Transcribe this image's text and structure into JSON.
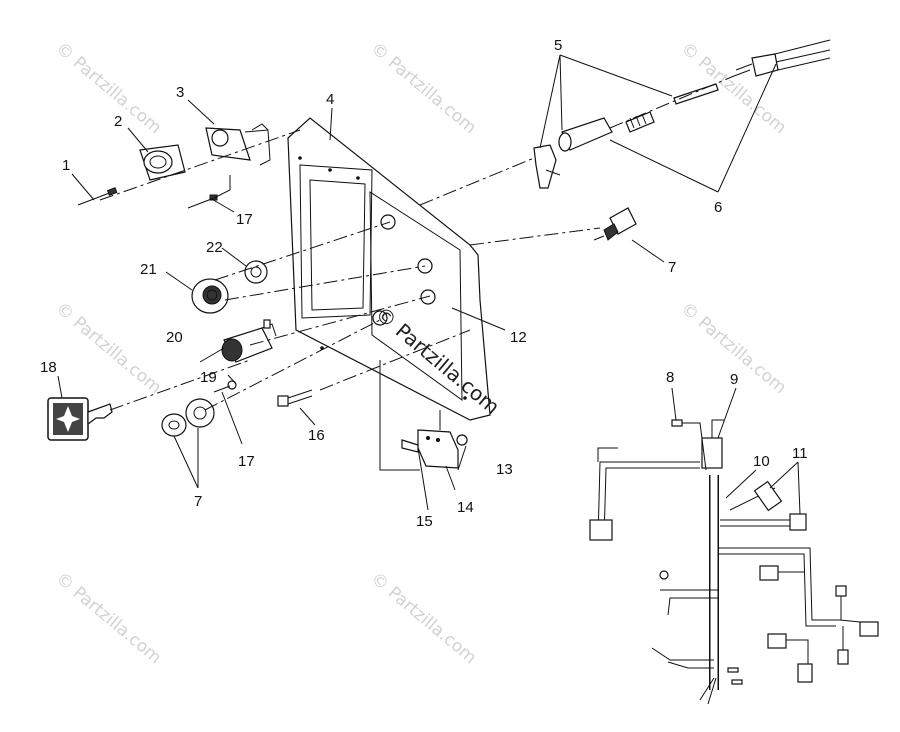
{
  "watermark": "© Partzilla.com",
  "callouts": [
    "1",
    "2",
    "3",
    "4",
    "5",
    "6",
    "7",
    "8",
    "9",
    "10",
    "11",
    "12",
    "13",
    "14",
    "15",
    "16",
    "17",
    "18",
    "19",
    "20",
    "21",
    "22"
  ]
}
